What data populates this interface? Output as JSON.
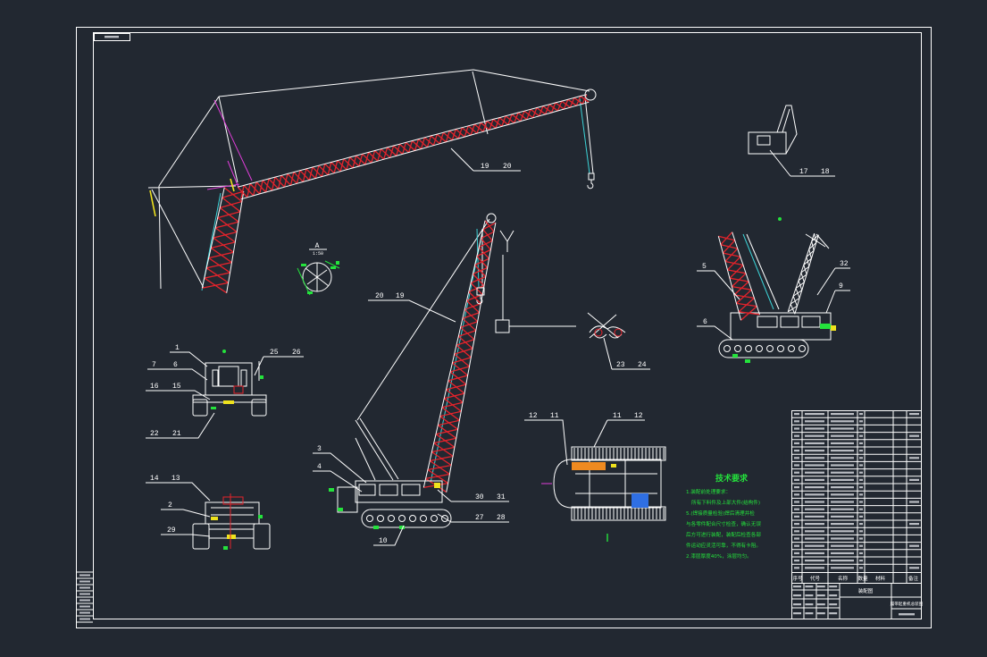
{
  "colors": {
    "background": "#222831",
    "line": "#ffffff",
    "lattice": "#e5232b",
    "cyan": "#3cd2d6",
    "green": "#24e23c",
    "yellow": "#efe21d",
    "magenta": "#e03ed9",
    "orange": "#ef8a20",
    "blue": "#2f6fe3"
  },
  "labels": {
    "top_crane": [
      "19",
      "20"
    ],
    "top_right_detail": [
      "17",
      "18"
    ],
    "section_detail": {
      "mark": "A",
      "scale": "1:50"
    },
    "front_view": [
      "1",
      "7",
      "6",
      "16",
      "15",
      "22",
      "21",
      "25",
      "26"
    ],
    "rear_view": [
      "14",
      "13",
      "2",
      "29"
    ],
    "middle_crane": [
      "20",
      "19",
      "3",
      "4",
      "30",
      "31",
      "27",
      "28",
      "10"
    ],
    "pulley_detail": [
      "23",
      "24"
    ],
    "track_plan": [
      "12",
      "11",
      "11",
      "12"
    ],
    "right_crane": [
      "5",
      "6",
      "32",
      "9"
    ]
  },
  "tech_notes": {
    "title": "技术要求",
    "lines": [
      "1.装配前处理要求：",
      "所有下料件及上部大件(结构件)",
      "5.(焊接质量检验)焊后清理并检",
      "与各零件配合尺寸检查，确认无误",
      "后方可进行装配，装配后检查各部",
      "件运动应灵活可靠，不得有卡阻。",
      "2.漆层厚度40%，涂层均匀。"
    ]
  },
  "title_block": {
    "headers": [
      "序号",
      "代号",
      "名称",
      "数量",
      "材料",
      "备注"
    ],
    "drawing_type": "装配图",
    "drawing_name": "履带起重机总装图"
  }
}
